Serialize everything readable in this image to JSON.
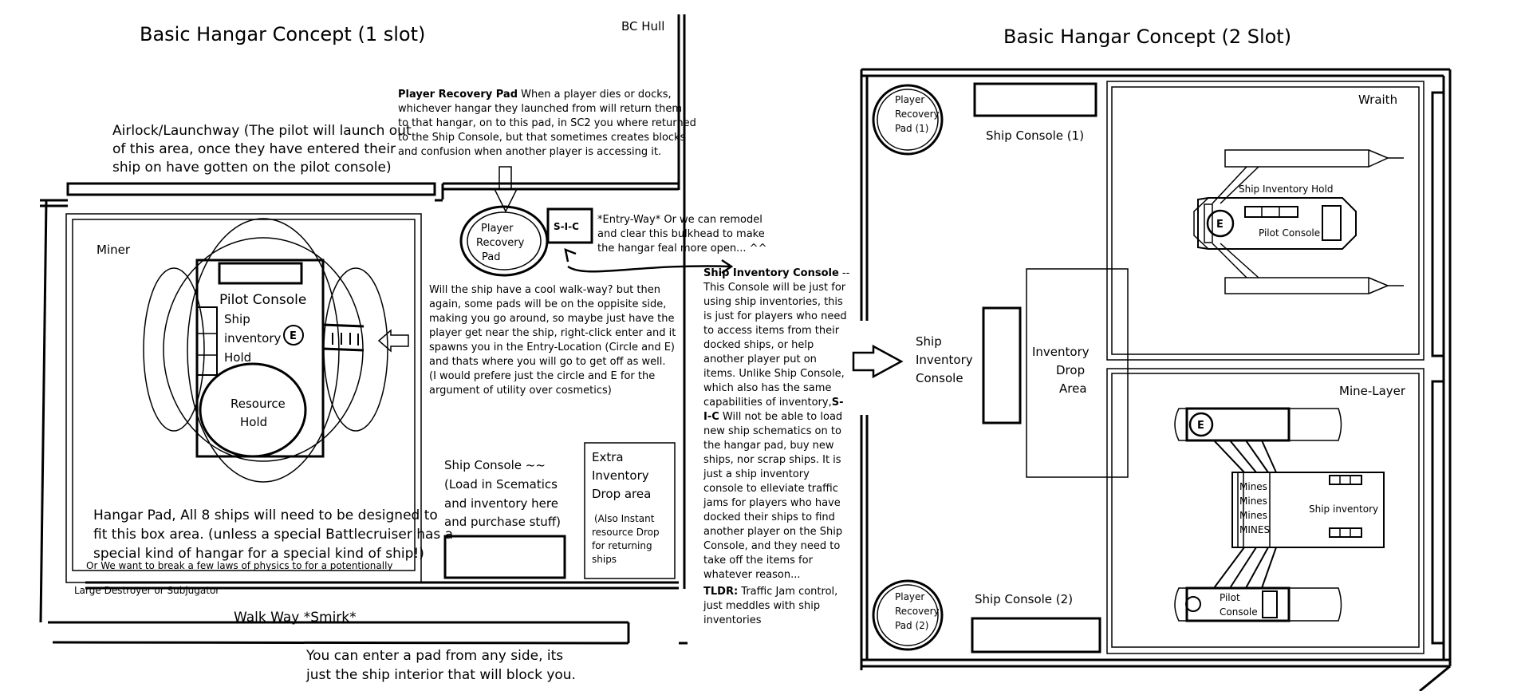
{
  "left_plan": {
    "title": "Basic Hangar Concept (1 slot)",
    "bc_hull": "BC Hull",
    "airlock_lines": [
      "Airlock/Launchway  (The pilot will launch out",
      "of this area, once they have entered their",
      "ship on have gotten on the pilot console)"
    ],
    "miner": "Miner",
    "pilot_console": "Pilot Console",
    "ship_inventory_hold": [
      "Ship",
      "inventory",
      "Hold"
    ],
    "engine_mark": "E",
    "resource_hold": [
      "Resource",
      "Hold"
    ],
    "hangar_pad_lines": [
      "Hangar Pad, All 8 ships will need to be designed to",
      "fit this box area. (unless a special Battlecruiser has a",
      "special kind of hangar for a special kind of ship!)"
    ],
    "physics_line": "Or We want to break a few laws of physics to for a potentionally",
    "destroyer_line": "Large Destroyer or Subjugator",
    "walkway": "Walk Way *Smirk*",
    "enter_note": [
      "You can enter a pad from any side, its",
      "just the ship interior that will block you."
    ],
    "player_recovery_pad": [
      "Player",
      "Recovery",
      "Pad"
    ],
    "sic": "S-I-C",
    "recovery_note": {
      "heading": "Player Recovery Pad",
      "first_line_rest": " When a player dies or docks,",
      "lines": [
        "whichever hangar they launched from will return them",
        "to that hangar, on to this pad, in SC2 you where returned",
        "to the Ship Console, but that sometimes creates blocks",
        "and confusion when another player is accessing it."
      ]
    },
    "entryway_lines": [
      "*Entry-Way* Or we can remodel",
      "and clear this bulkhead to make",
      "the hangar feal more open... ^^"
    ],
    "walkway_question_lines": [
      "Will the ship have a cool walk-way? but then",
      "again, some pads will be on the oppisite side,",
      "making you go around, so maybe just have the",
      "player get near the ship, right-click enter and it",
      "spawns you in the Entry-Location (Circle and E)",
      "and thats where you will go to get off as well.",
      "(I would prefere just the circle and E for the",
      "argument of utility over cosmetics)"
    ],
    "ship_console_lines": [
      "Ship Console ~~",
      "(Load in Scematics",
      "and inventory here",
      "and purchase stuff)"
    ],
    "extra_drop_lines": [
      "Extra",
      "Inventory",
      "Drop area"
    ],
    "extra_drop_sub_lines": [
      "(Also Instant",
      "resource Drop",
      "for returning",
      "ships"
    ],
    "sic_note": {
      "heading": "Ship Inventory Console",
      "heading_rest": " --",
      "lines": [
        "This Console will be just for",
        "using ship inventories, this",
        "is just for players who need",
        "to access items from their",
        "docked ships, or help",
        "another player put on",
        "items.  Unlike Ship Console,",
        "which also has the same",
        "capabilities of inventory,"
      ],
      "bold_mid": "S-",
      "bold_start": "I-C",
      "after_bold": " Will not be able to load",
      "lines2": [
        "new ship schematics on to",
        "the hangar pad, buy new",
        "ships, nor scrap ships. It is",
        "just a ship inventory",
        "console to elleviate traffic",
        "jams for players who have",
        "docked their ships to find",
        "another player on the Ship",
        "Console, and they need to",
        "take off the items for",
        "whatever reason..."
      ],
      "tldr": "TLDR:",
      "tldr_rest": "  Traffic Jam control,",
      "tldr_lines": [
        "just meddles with ship",
        "inventories"
      ]
    }
  },
  "right_plan": {
    "title": "Basic Hangar Concept (2 Slot)",
    "recovery_pad_1": [
      "Player",
      "Recovery",
      "Pad (1)"
    ],
    "recovery_pad_2": [
      "Player",
      "Recovery",
      "Pad (2)"
    ],
    "ship_console_1": "Ship Console (1)",
    "ship_console_2": "Ship Console (2)",
    "sic_lines": [
      "Ship",
      "Inventory",
      "Console"
    ],
    "inventory_drop_lines": [
      "Inventory",
      "Drop",
      "Area"
    ],
    "wraith": "Wraith",
    "ship_inventory_hold": "Ship Inventory Hold",
    "pilot_console": "Pilot Console",
    "engine_mark": "E",
    "mine_layer": "Mine-Layer",
    "mines_lines": [
      "Mines",
      "Mines",
      "Mines",
      "MINES"
    ],
    "ship_inventory": "Ship inventory",
    "pilot_console_lines": [
      "Pilot",
      "Console"
    ]
  }
}
